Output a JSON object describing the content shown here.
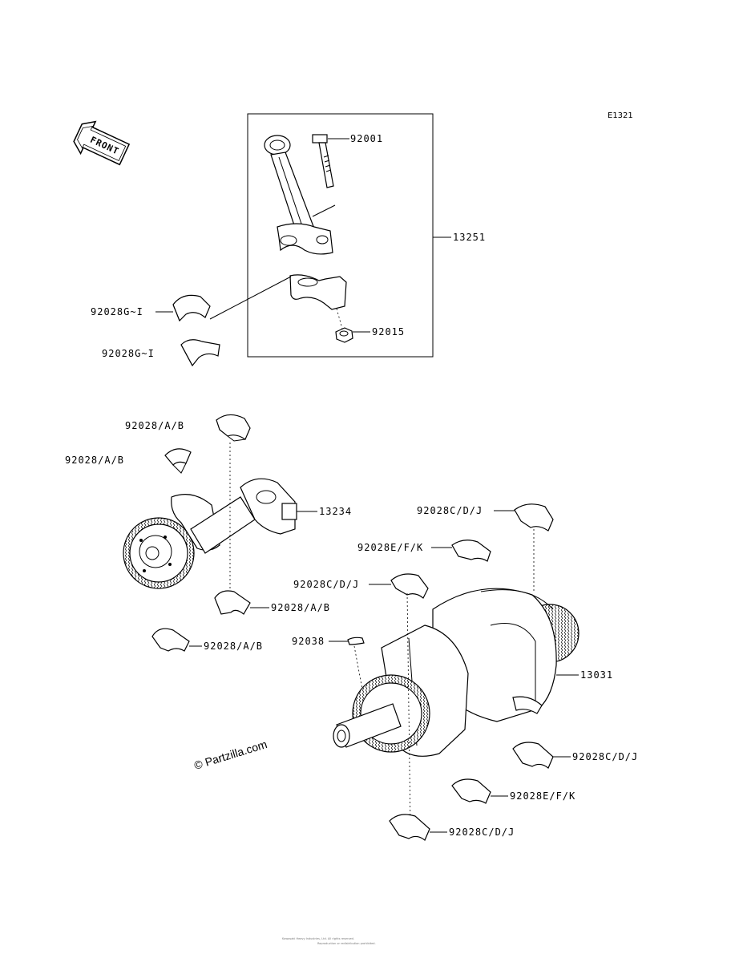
{
  "diagram_code": "E1321",
  "front_label": "FRONT",
  "watermark": "© Partzilla.com",
  "copyright_line1": "Kawasaki Heavy Industries, Ltd. All rights reserved.",
  "copyright_line2": "Reproduction or redistribution prohibited.",
  "labels": {
    "p92001": "92001",
    "p13251": "13251",
    "p92028GI_a": "92028G~I",
    "p92028GI_b": "92028G~I",
    "p92015": "92015",
    "p92028AB_1": "92028/A/B",
    "p92028AB_2": "92028/A/B",
    "p13234": "13234",
    "p92028AB_3": "92028/A/B",
    "p92028AB_4": "92028/A/B",
    "p92028CDJ_1": "92028C/D/J",
    "p92028EFK_1": "92028E/F/K",
    "p92028CDJ_2": "92028C/D/J",
    "p92038": "92038",
    "p13031": "13031",
    "p92028CDJ_3": "92028C/D/J",
    "p92028EFK_2": "92028E/F/K",
    "p92028CDJ_4": "92028C/D/J"
  }
}
